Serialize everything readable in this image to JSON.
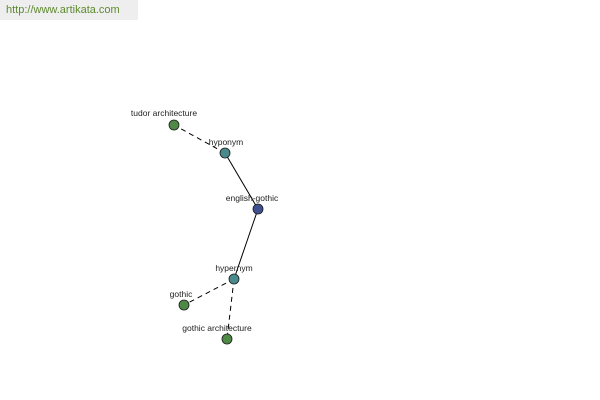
{
  "header": {
    "url": "http://www.artikata.com"
  },
  "nodes": [
    {
      "id": "tudor",
      "label": "tudor architecture",
      "kind": "term"
    },
    {
      "id": "hyponym",
      "label": "hyponym",
      "kind": "relation"
    },
    {
      "id": "center",
      "label": "english-gothic",
      "kind": "center"
    },
    {
      "id": "hypernym",
      "label": "hypernym",
      "kind": "relation"
    },
    {
      "id": "gothic",
      "label": "gothic",
      "kind": "term"
    },
    {
      "id": "gothic_arch",
      "label": "gothic architecture",
      "kind": "term"
    }
  ],
  "edges": [
    {
      "from": "hyponym",
      "to": "tudor",
      "style": "dashed"
    },
    {
      "from": "center",
      "to": "hyponym",
      "style": "solid"
    },
    {
      "from": "center",
      "to": "hypernym",
      "style": "solid"
    },
    {
      "from": "hypernym",
      "to": "gothic",
      "style": "dashed"
    },
    {
      "from": "hypernym",
      "to": "gothic_arch",
      "style": "dashed"
    }
  ],
  "colors": {
    "term": "#4e8a45",
    "relation": "#4b8a8c",
    "center": "#3f4f8f",
    "edge": "#000000"
  }
}
